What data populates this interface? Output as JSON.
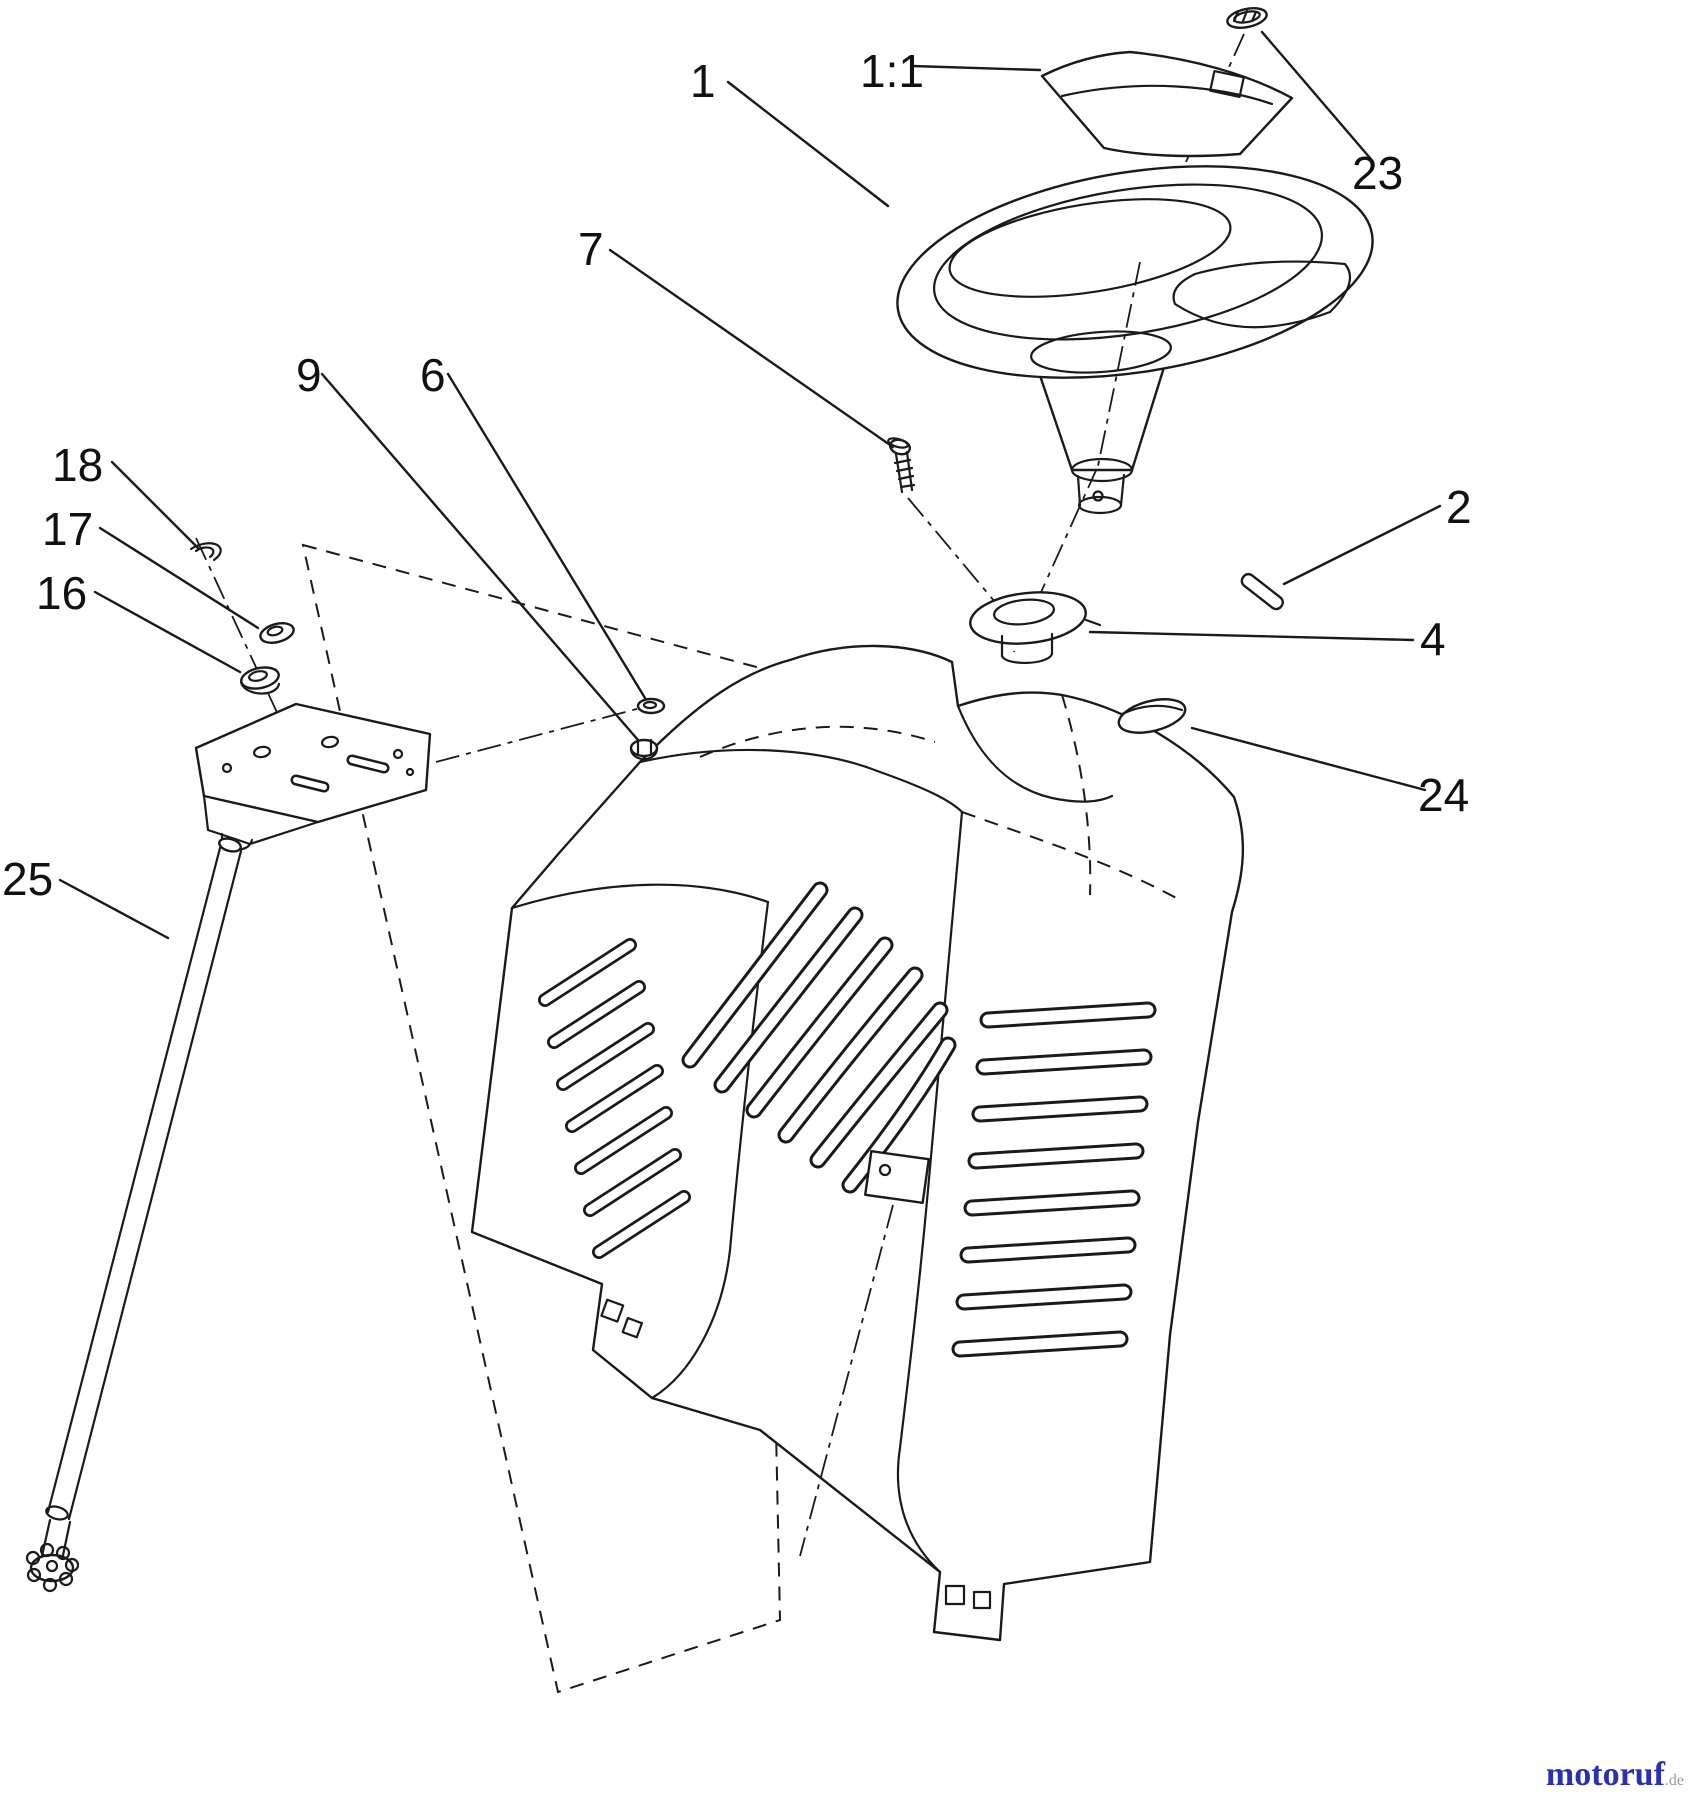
{
  "diagram": {
    "callouts": [
      {
        "label": "1"
      },
      {
        "label": "1:1"
      },
      {
        "label": "23"
      },
      {
        "label": "7"
      },
      {
        "label": "9"
      },
      {
        "label": "6"
      },
      {
        "label": "18"
      },
      {
        "label": "17"
      },
      {
        "label": "16"
      },
      {
        "label": "2"
      },
      {
        "label": "4"
      },
      {
        "label": "24"
      },
      {
        "label": "25"
      }
    ]
  },
  "watermark": {
    "brand": "motoruf",
    "tld": ".de"
  },
  "colors": {
    "line": "#1a1a1a",
    "brand": "#2a2fb4",
    "tld": "#9a9a9a"
  }
}
